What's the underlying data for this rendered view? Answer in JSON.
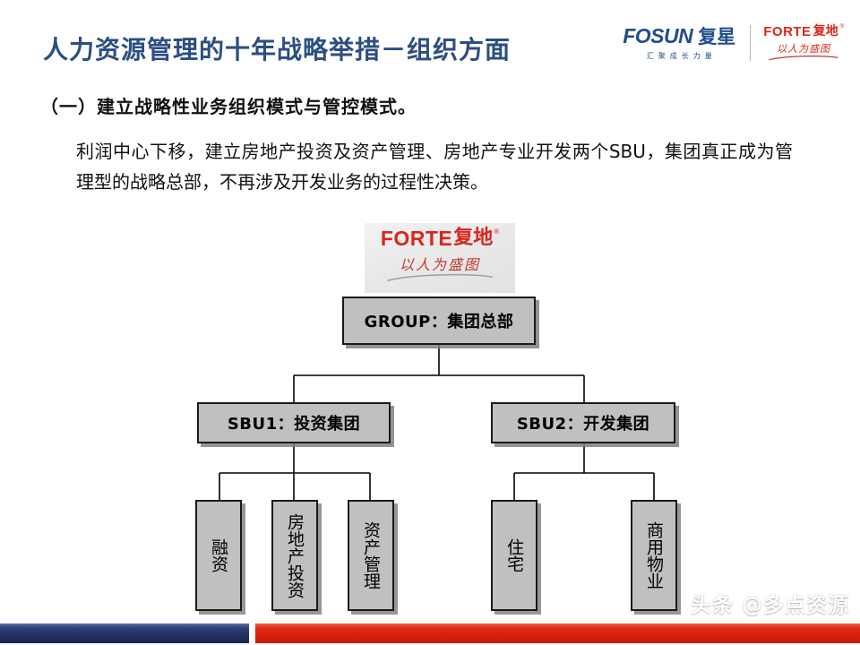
{
  "slide": {
    "title": "人力资源管理的十年战略举措－组织方面",
    "title_color": "#2C4F81",
    "background": "#FFFFFF",
    "section_heading": "（一）建立战略性业务组织模式与管控模式。",
    "body_paragraph": "利润中心下移，建立房地产投资及资产管理、房地产专业开发两个SBU，集团真正成为管理型的战略总部，不再涉及开发业务的过程性决策。"
  },
  "header": {
    "fosun_logo": {
      "wordmark": "FOSUN",
      "chinese": "复星",
      "tagline": "汇聚成长力量",
      "color": "#1F4E8C"
    },
    "forte_logo": {
      "wordmark": "FORTE",
      "chinese": "复地",
      "registered": "®",
      "tagline": "以人为盛图",
      "color": "#D9261C"
    }
  },
  "chart_logo": {
    "wordmark": "FORTE",
    "chinese": "复地",
    "registered": "®",
    "tagline": "以人为盛图",
    "color": "#D9261C"
  },
  "org_chart": {
    "type": "tree",
    "node_fill": "#C0C0C0",
    "node_border": "#1A1A1A",
    "root": {
      "id": "group",
      "label": "GROUP：集团总部"
    },
    "level2": [
      {
        "id": "sbu1",
        "label": "SBU1：投资集团"
      },
      {
        "id": "sbu2",
        "label": "SBU2：开发集团"
      }
    ],
    "level3": [
      {
        "id": "rongzi",
        "label": "融资",
        "parent": "sbu1"
      },
      {
        "id": "fangdichan-touzi",
        "label": "房地产投资",
        "parent": "sbu1"
      },
      {
        "id": "zichan-guanli",
        "label": "资产管理",
        "parent": "sbu1"
      },
      {
        "id": "zhuzhai",
        "label": "住宅",
        "parent": "sbu2"
      },
      {
        "id": "shangyong-wuye",
        "label": "商用物业",
        "parent": "sbu2"
      }
    ]
  },
  "footer": {
    "bar_blue_color": "#232F60",
    "bar_red_color": "#D61F0C",
    "watermark": "头条 @多点资源"
  }
}
